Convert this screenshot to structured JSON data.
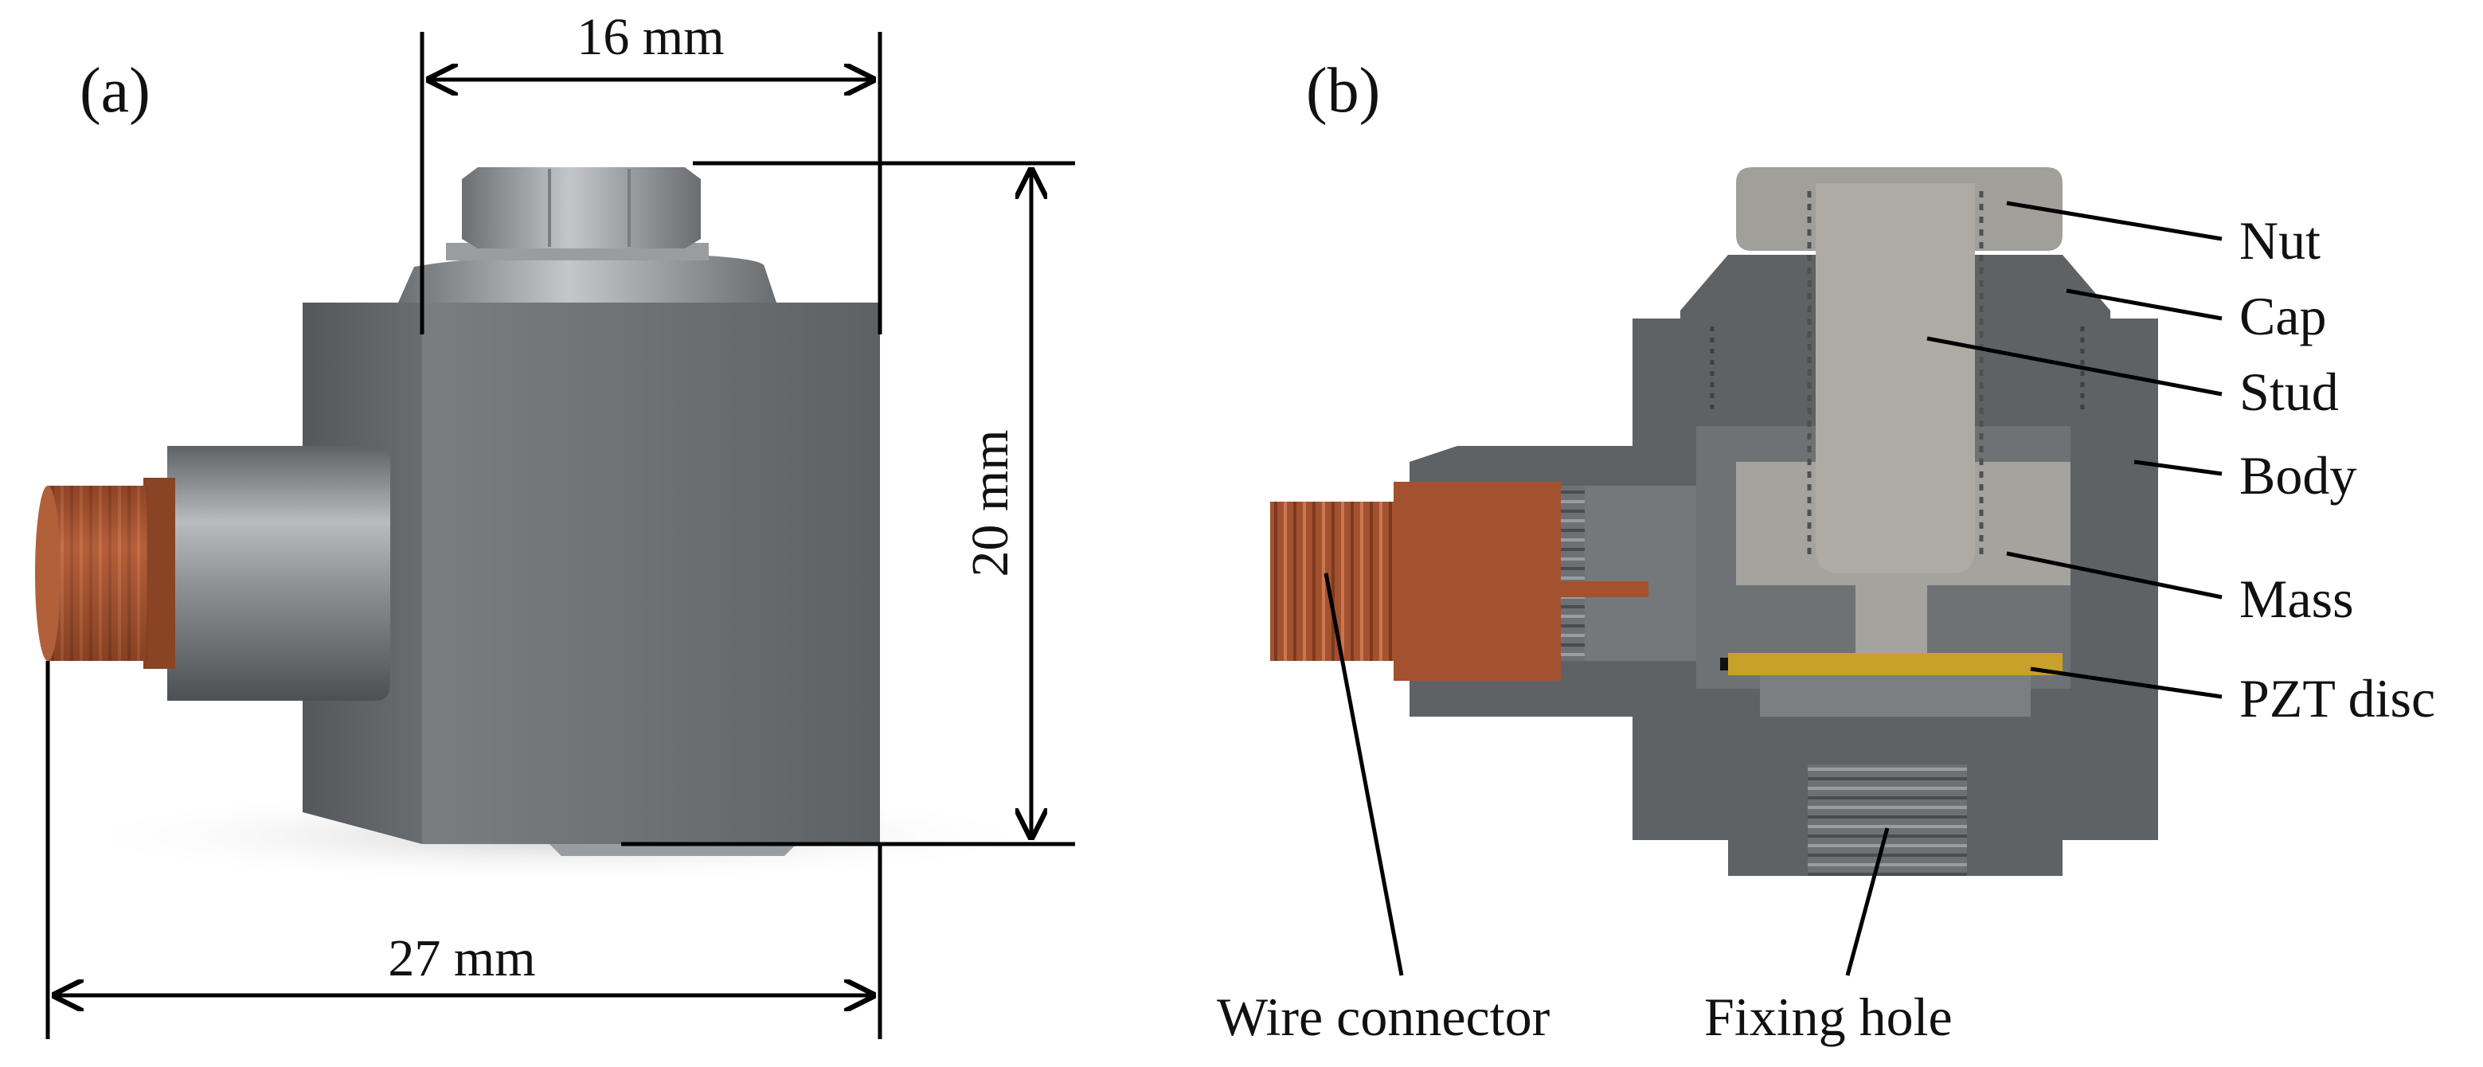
{
  "panels": {
    "a": {
      "label": "(a)"
    },
    "b": {
      "label": "(b)"
    }
  },
  "dimensions": {
    "top": "16 mm",
    "height": "20 mm",
    "bottom": "27 mm"
  },
  "parts": {
    "nut": "Nut",
    "cap": "Cap",
    "stud": "Stud",
    "body": "Body",
    "mass": "Mass",
    "pzt": "PZT disc",
    "wire": "Wire connector",
    "fixing": "Fixing hole"
  },
  "colors": {
    "steel": "#6b6e71",
    "steel_light": "#8a8d90",
    "cut_face": "#5a5c5f",
    "insert": "#a3a19b",
    "copper": "#a3512f",
    "pzt": "#c9a02a",
    "background": "#ffffff"
  }
}
